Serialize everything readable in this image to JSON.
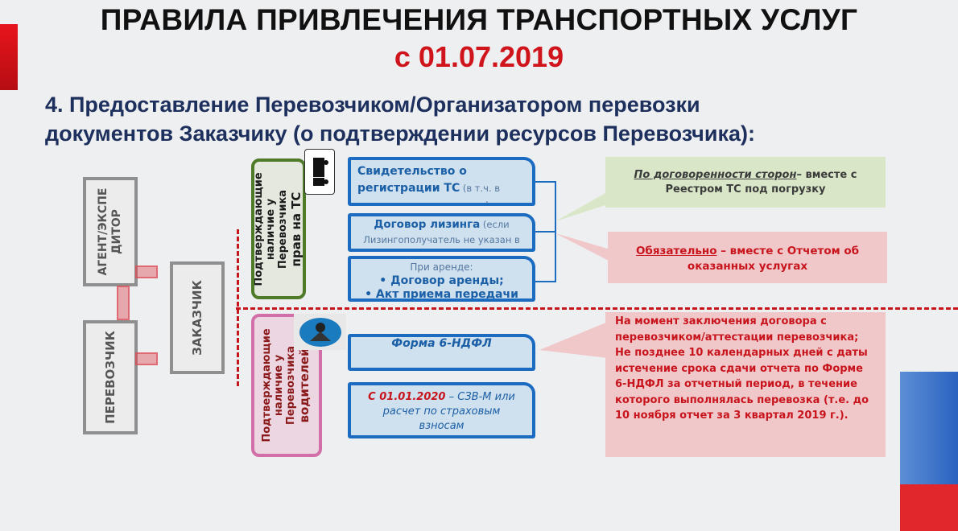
{
  "header": {
    "title": "ПРАВИЛА ПРИВЛЕЧЕНИЯ ТРАНСПОРТНЫХ УСЛУГ",
    "date": "с 01.07.2019"
  },
  "subtitle": {
    "line1": "4. Предоставление Перевозчиком/Организатором перевозки",
    "line2": "документов Заказчику (о подтверждении ресурсов Перевозчика):"
  },
  "flow": {
    "agent": "АГЕНТ/ЭКСПЕ ДИТОР",
    "carrier": "ПЕРЕВОЗЧИК",
    "customer": "ЗАКАЗЧИК"
  },
  "vehicle_group": {
    "label_line1": "Подтверждающие",
    "label_line2": "наличие у",
    "label_line3": "Перевозчика",
    "label_line4": "прав на ТС",
    "docs": [
      {
        "bold": "Свидетельство о регистрации ТС",
        "note": " (в т.ч. в отношении арендодателя)"
      },
      {
        "bold": "Договор лизинга",
        "note": " (если Лизингополучатель не указан в СРТС)"
      },
      {
        "intro": "При аренде:",
        "item1": "• Договор аренды;",
        "item2": "• Акт приема передачи"
      }
    ]
  },
  "driver_group": {
    "label_line1": "Подтверждающие",
    "label_line2": "наличие у",
    "label_line3": "Перевозчика",
    "label_line4": "водителей",
    "docs": [
      {
        "text": "Форма 6-НДФЛ"
      },
      {
        "date": "С 01.01.2020",
        "text": " – СЗВ-М или расчет по страховым взносам"
      }
    ]
  },
  "callouts": {
    "green": {
      "underlined": "По договоренности сторон",
      "text": "– вместе с Реестром ТС под погрузку"
    },
    "red": {
      "underlined": "Обязательно",
      "text": " – вместе с Отчетом об оказанных услугах"
    },
    "red_big": {
      "line1": "На момент заключения договора с перевозчиком/аттестации перевозчика;",
      "line2": "Не позднее 10 календарных дней с даты истечение срока сдачи отчета по Форме 6-НДФЛ за отчетный период, в течение которого выполнялась перевозка (т.е. до 10 ноября отчет за 3 квартал 2019 г.)."
    }
  }
}
